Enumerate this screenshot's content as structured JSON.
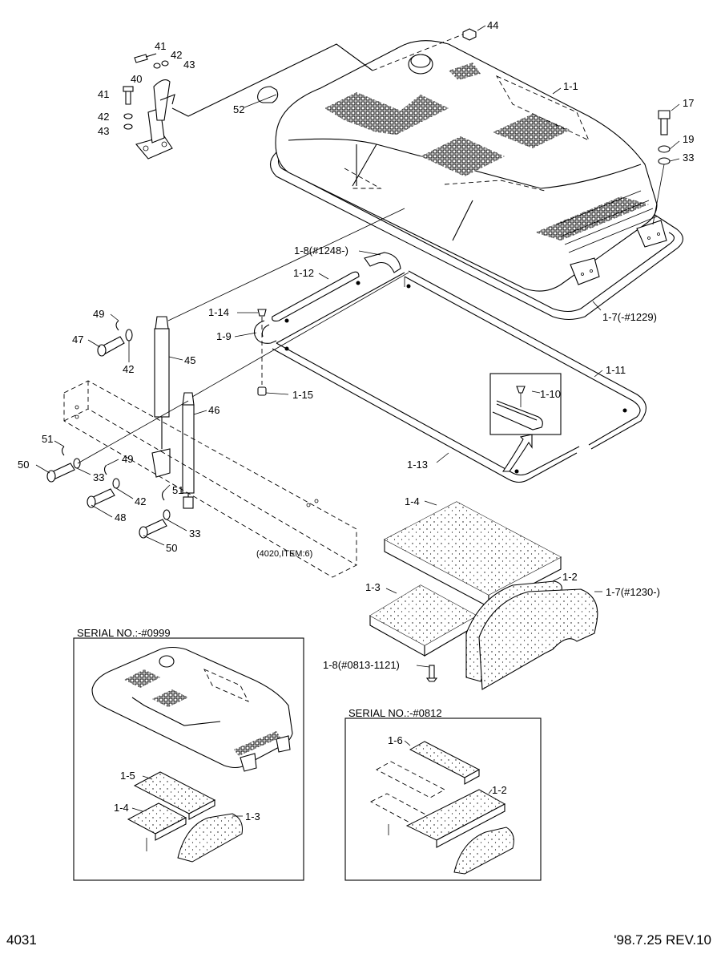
{
  "labels": {
    "p44": "44",
    "p41a": "41",
    "p42a": "42",
    "p43a": "43",
    "p40": "40",
    "p41b": "41",
    "p42b": "42",
    "p43b": "43",
    "p52": "52",
    "p1_1": "1-1",
    "p17": "17",
    "p19": "19",
    "p33a": "33",
    "p1_8a": "1-8(#1248-)",
    "p1_12": "1-12",
    "p1_14": "1-14",
    "p1_9": "1-9",
    "p49a": "49",
    "p47": "47",
    "p42c": "42",
    "p45": "45",
    "p1_15": "1-15",
    "p1_7a": "1-7(-#1229)",
    "p1_11": "1-11",
    "p1_10": "1-10",
    "p46": "46",
    "p51a": "51",
    "p50a": "50",
    "p33b": "33",
    "p49b": "49",
    "p42d": "42",
    "p48": "48",
    "p51b": "51",
    "p33c": "33",
    "p50b": "50",
    "p1_13": "1-13",
    "p1_4a": "1-4",
    "ref4020": "(4020,ITEM:6)",
    "p1_2a": "1-2",
    "p1_7b": "1-7(#1230-)",
    "p1_3a": "1-3",
    "p1_8b": "1-8(#0813-1121)",
    "p1_5": "1-5",
    "p1_4b": "1-4",
    "p1_3b": "1-3",
    "p1_6": "1-6",
    "p1_2b": "1-2"
  },
  "boxes": {
    "serial_a": "SERIAL NO.:-#0999",
    "serial_b": "SERIAL NO.:-#0812"
  },
  "footer": {
    "page_number": "4031",
    "revision": "'98.7.25 REV.10"
  }
}
